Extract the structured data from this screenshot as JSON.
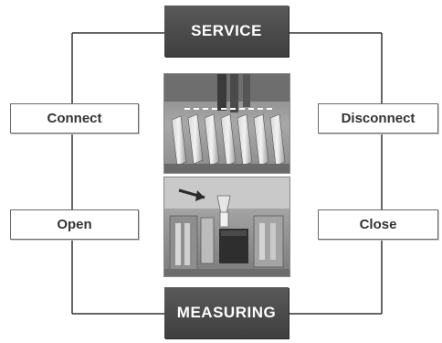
{
  "diagram": {
    "states": {
      "top": "SERVICE",
      "bottom": "MEASURING"
    },
    "left_actions": {
      "upper": "Connect",
      "lower": "Open"
    },
    "right_actions": {
      "upper": "Disconnect",
      "lower": "Close"
    },
    "photos": [
      {
        "icon": "connector-pins-photo"
      },
      {
        "icon": "probe-insertion-photo"
      }
    ],
    "colors": {
      "state_fill": "#4a4a4a",
      "state_text": "#ffffff",
      "action_border": "#6a6a6a",
      "action_text": "#333333",
      "line": "#333333"
    }
  }
}
